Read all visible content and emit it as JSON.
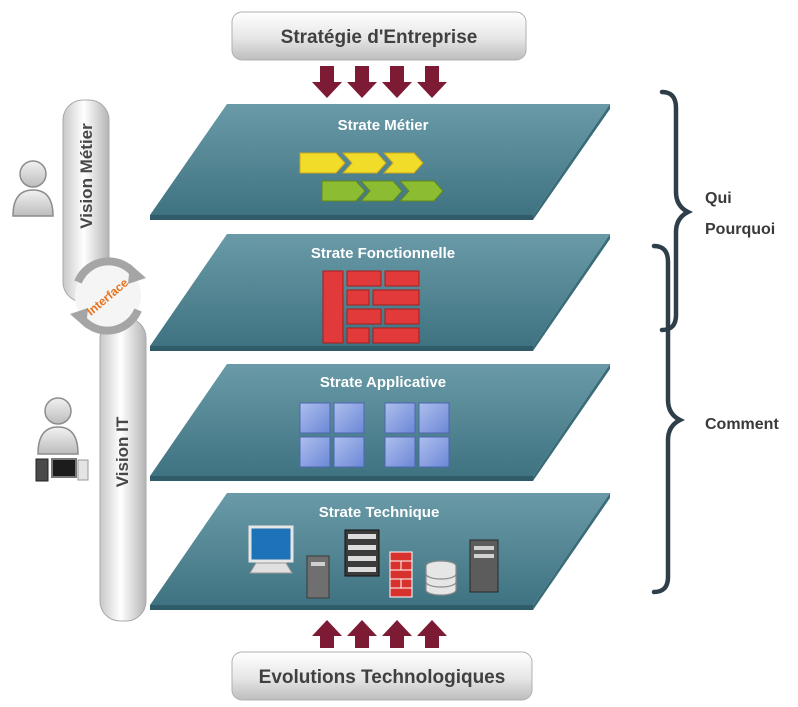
{
  "top_box": {
    "label": "Stratégie d'Entreprise"
  },
  "bottom_box": {
    "label": "Evolutions Technologiques"
  },
  "layers": [
    {
      "id": "metier",
      "title": "Strate Métier"
    },
    {
      "id": "fonctionnelle",
      "title": "Strate Fonctionnelle"
    },
    {
      "id": "applicative",
      "title": "Strate Applicative"
    },
    {
      "id": "technique",
      "title": "Strate Technique"
    }
  ],
  "vision": {
    "metier_label": "Vision Métier",
    "it_label": "Vision IT",
    "interface_label": "Interface"
  },
  "annotations": {
    "qui": "Qui",
    "pourquoi": "Pourquoi",
    "comment": "Comment"
  },
  "colors": {
    "layer_top": "#4f8492",
    "layer_front": "#2f5c68",
    "process_yellow": "#f2dc2a",
    "process_green": "#8cbc32",
    "function_red": "#e23a3a",
    "app_blue": "#7f99e0",
    "interface_orange": "#e8731e"
  }
}
